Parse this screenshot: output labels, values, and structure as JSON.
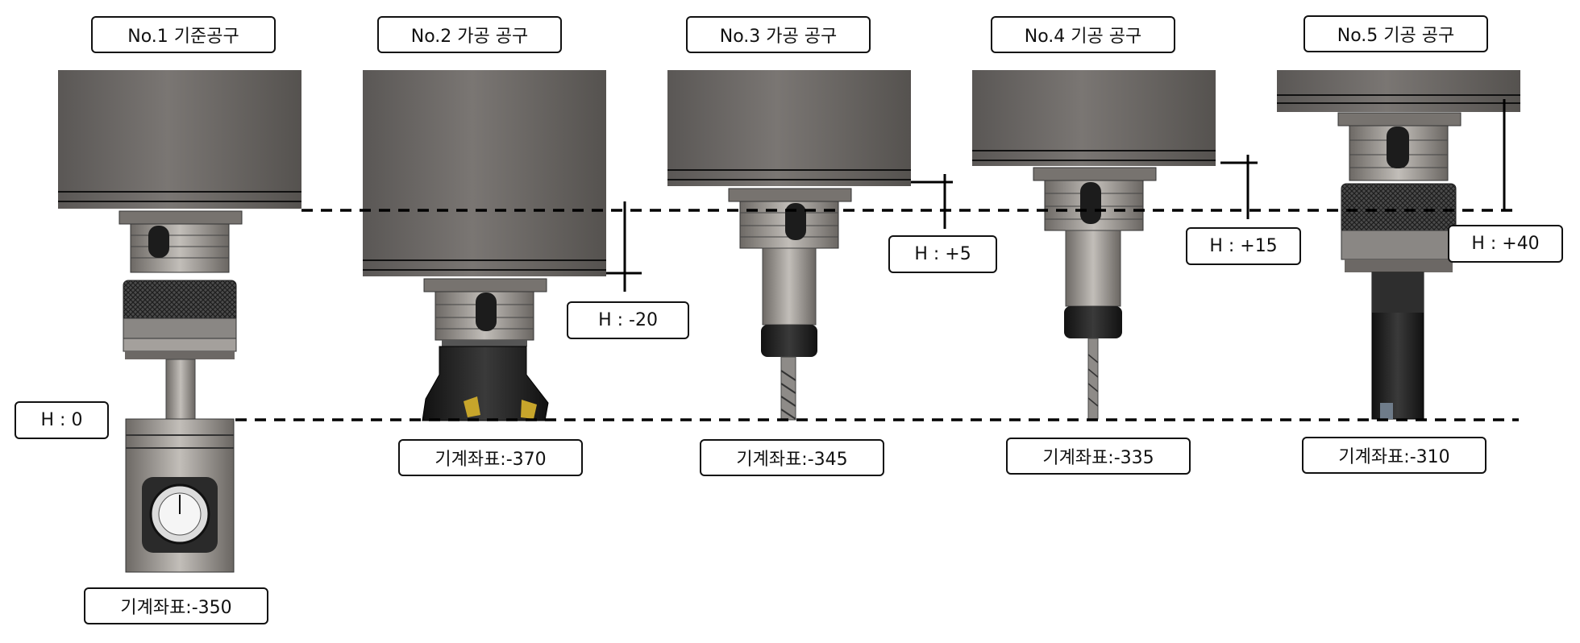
{
  "tools": [
    {
      "title": "No.1 기준공구",
      "offset": "H : 0",
      "machine_coord": "기계좌표:-350"
    },
    {
      "title": "No.2  가공 공구",
      "offset": "H : -20",
      "machine_coord": "기계좌표:-370"
    },
    {
      "title": "No.3 가공 공구",
      "offset": "H : +5",
      "machine_coord": "기계좌표:-345"
    },
    {
      "title": "No.4 기공 공구",
      "offset": "H : +15",
      "machine_coord": "기계좌표:-335"
    },
    {
      "title": "No.5 기공 공구",
      "offset": "H : +40",
      "machine_coord": "기계좌표:-310"
    }
  ],
  "colors": {
    "spindle": "#6b6866",
    "spindle_dark": "#4a4745",
    "holder": "#8d8985",
    "holder_light": "#b5b1ac",
    "black_part": "#1c1c1c",
    "line": "#000000"
  }
}
